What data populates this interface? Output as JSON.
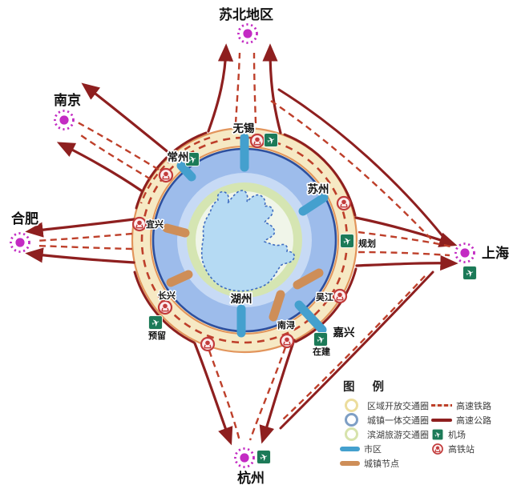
{
  "colors": {
    "magenta": "#C32BC3",
    "highway-red": "#8E1F1F",
    "rail-red": "#BE3F2A",
    "band-cream": "#F6E9C4",
    "band-orange": "#E2955C",
    "ring-navy": "#2D4F9E",
    "band-blue": "#9DBCEB",
    "band-blue-light": "#C7DAF5",
    "ring-green": "#D5E5B2",
    "inner-pale": "#F0F5E9",
    "lake-fill": "#B5DAF3",
    "lake-stroke": "#3E6CC0",
    "bar-blue": "#44A0CE",
    "bar-tan": "#CE8E58",
    "airport-green": "#1C7A58",
    "station-red": "#C23B3B",
    "text-dark": "#111111"
  },
  "map": {
    "external": {
      "subei": "苏北地区",
      "nanjing": "南京",
      "hefei": "合肥",
      "shanghai": "上海",
      "hangzhou": "杭州"
    },
    "cities": {
      "changzhou": "常州",
      "wuxi": "无锡",
      "suzhou": "苏州",
      "huzhou": "湖州",
      "jiaxing": "嘉兴"
    },
    "towns": {
      "yixing": "宜兴",
      "changxing": "长兴",
      "nanxun": "南浔",
      "wujiang": "吴江"
    },
    "airport_status": {
      "planned": "规划",
      "reserved": "预留",
      "under_construction": "在建"
    }
  },
  "legend": {
    "title": "图 例",
    "left": [
      {
        "label": "区域开放交通圈"
      },
      {
        "label": "城镇一体交通圈"
      },
      {
        "label": "滨湖旅游交通圈"
      },
      {
        "label": "市区"
      },
      {
        "label": "城镇节点"
      }
    ],
    "right": [
      {
        "label": "高速铁路"
      },
      {
        "label": "高速公路"
      },
      {
        "label": "机场"
      },
      {
        "label": "高铁站"
      }
    ]
  }
}
